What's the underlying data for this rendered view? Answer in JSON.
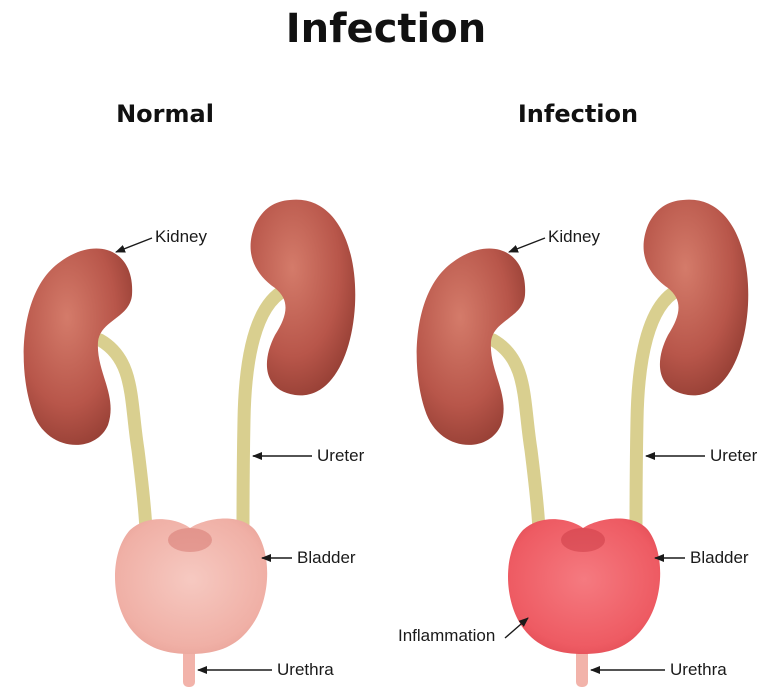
{
  "title": "Infection",
  "panels": [
    {
      "heading": "Normal",
      "labels": {
        "kidney": "Kidney",
        "ureter": "Ureter",
        "bladder": "Bladder",
        "urethra": "Urethra"
      },
      "colors": {
        "kidney": "#b8564a",
        "ureter": "#d9cf8f",
        "bladder": "#f2b3aa"
      }
    },
    {
      "heading": "Infection",
      "labels": {
        "kidney": "Kidney",
        "ureter": "Ureter",
        "bladder": "Bladder",
        "urethra": "Urethra",
        "inflammation": "Inflammation"
      },
      "colors": {
        "kidney": "#b8564a",
        "ureter": "#d9cf8f",
        "bladder": "#ee5b63"
      }
    }
  ]
}
